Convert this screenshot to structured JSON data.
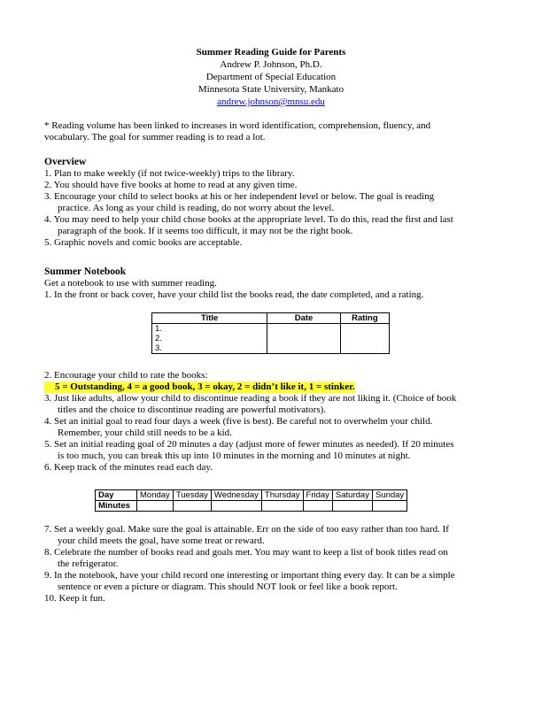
{
  "header": {
    "title": "Summer Reading Guide for Parents",
    "author": "Andrew P. Johnson, Ph.D.",
    "department": "Department of Special Education",
    "university": "Minnesota State University, Mankato",
    "email": "andrew.johnson@mnsu.edu"
  },
  "intro": {
    "line1": "* Reading volume has been linked to increases in word identification, comprehension, fluency, and",
    "line2": "vocabulary.  The goal for summer reading is to read a lot."
  },
  "overview": {
    "heading": "Overview",
    "item1": "1. Plan to make weekly (if not twice-weekly) trips to the library.",
    "item2": "2. You should have five books at home to read at any given time.",
    "item3a": "3. Encourage your child to select books at his or her independent level or below.  The goal is reading",
    "item3b": "practice.  As long as your child is reading, do not worry about the level.",
    "item4a": "4. You may need to help your child chose books at the appropriate level.  To do this, read the first and last",
    "item4b": "paragraph of the book.  If it seems too difficult, it may not be the right book.",
    "item5": "5. Graphic novels and comic books are acceptable."
  },
  "notebook": {
    "heading": "Summer Notebook",
    "line1": "Get a notebook to use with summer reading.",
    "item1": "1. In the front or back cover, have your child list the books read, the date completed, and a rating."
  },
  "books_table": {
    "headers": [
      "Title",
      "Date",
      "Rating"
    ],
    "rows": [
      "1.",
      "2.",
      "3."
    ]
  },
  "list2": {
    "item2": "2. Encourage your child to rate the books:",
    "ratings": "5 = Outstanding,   4 = a good book,   3 = okay,   2 = didn’t like it,   1 = stinker.",
    "item3a": "3. Just like adults, allow your child to discontinue reading a book if they are not liking it.  (Choice of book",
    "item3b": "titles and the choice to discontinue reading are powerful motivators).",
    "item4a": "4. Set an initial goal to read four days a week (five is best).  Be careful not to overwhelm your child.",
    "item4b": "Remember, your child still needs to be a kid.",
    "item5a": "5. Set an initial reading goal of 20 minutes a day (adjust more of fewer minutes as needed).  If 20 minutes",
    "item5b": "is too much, you can break this up into 10 minutes in the morning and 10 minutes at night.",
    "item6": "6. Keep track of the minutes read each day."
  },
  "week_table": {
    "row1_label": "Day",
    "days": [
      "Monday",
      "Tuesday",
      "Wednesday",
      "Thursday",
      "Friday",
      "Saturday",
      "Sunday"
    ],
    "row2_label": "Minutes"
  },
  "list3": {
    "item7a": "7. Set a weekly goal.  Make sure the goal is attainable.  Err on the side of too easy rather than too hard.  If",
    "item7b": "your child meets the goal, have some treat or reward.",
    "item8a": "8. Celebrate the number of books read and goals met.  You may want to keep a list of book titles read on",
    "item8b": "the refrigerator.",
    "item9a": "9. In the notebook, have your child record one interesting or important thing every day.  It can be a simple",
    "item9b": "sentence or even a picture or diagram.  This should NOT look or feel like a book report.",
    "item10": "10. Keep it fun."
  }
}
